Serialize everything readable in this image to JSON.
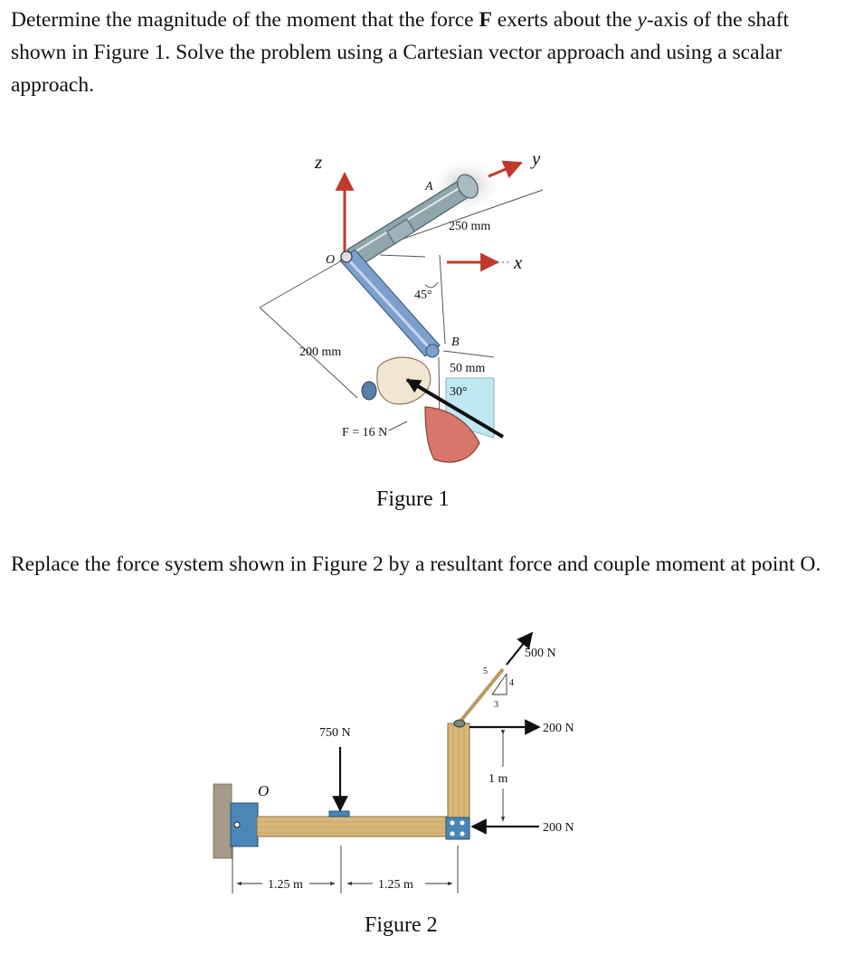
{
  "problem1": {
    "part1": "Determine the magnitude of the moment that the force ",
    "force_symbol": "F",
    "part2": " exerts about the ",
    "axis_symbol": "y",
    "part3": "-axis of the shaft shown in Figure 1. Solve the problem using a Cartesian vector approach and using a scalar approach."
  },
  "figure1": {
    "axis_z": "z",
    "axis_y": "y",
    "axis_x": "x",
    "point_O": "O",
    "point_A": "A",
    "point_B": "B",
    "dim_250": "250 mm",
    "dim_200": "200 mm",
    "dim_50": "50 mm",
    "angle_45": "45°",
    "angle_30": "30°",
    "force_label": "F = 16 N",
    "caption": "Figure 1"
  },
  "problem2": {
    "text": "Replace the force system shown in Figure 2 by a resultant force and couple moment at point O."
  },
  "figure2": {
    "point_O": "O",
    "force_500": "500 N",
    "slope_5": "5",
    "slope_4": "4",
    "slope_3": "3",
    "force_750": "750 N",
    "force_200_top": "200 N",
    "force_200_bottom": "200 N",
    "dim_1m": "1 m",
    "dim_125_left": "1.25 m",
    "dim_125_right": "1.25 m",
    "caption": "Figure 2"
  },
  "colors": {
    "shaft": "#8fa6ad",
    "force_arrow_red": "#c0392b",
    "wood": "#d8b77a",
    "support_blue": "#4a87b8",
    "cyan_panel": "#bfe8f3"
  }
}
